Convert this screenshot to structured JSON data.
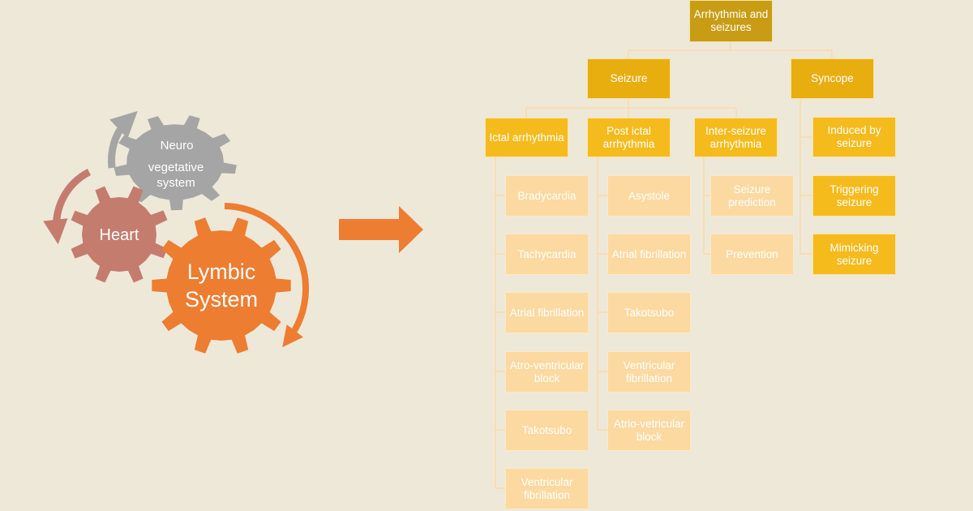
{
  "colors": {
    "background": "#EEE8D9",
    "gear_neuro": "#A5A5A5",
    "gear_heart": "#C47C6E",
    "gear_lymbic": "#ED7D31",
    "arrow_main": "#ED7D31",
    "connector": "#FBD9A8"
  },
  "gears": {
    "neuro_line1": "Neuro",
    "neuro_line2": "vegetative",
    "neuro_line3": "system",
    "heart": "Heart",
    "lymbic_line1": "Lymbic",
    "lymbic_line2": "System"
  },
  "tree": {
    "root": "Arrhythmia and seizures",
    "seizure": "Seizure",
    "syncope": "Syncope",
    "ictal": "Ictal arrhythmia",
    "post_ictal": "Post ictal arrhythmia",
    "inter_seizure": "Inter-seizure arrhythmia",
    "ictal_items": [
      "Bradycardia",
      "Tachycardia",
      "Atrial fibrillation",
      "Atro-ventricular block",
      "Takotsubo",
      "Ventricular fibrillation"
    ],
    "post_ictal_items": [
      "Asystole",
      "Atrial fibrillation",
      "Takotsubo",
      "Ventricular fibrillation",
      "Atrio-vetricular block"
    ],
    "inter_items": [
      "Seizure prediction",
      "Prevention"
    ],
    "syncope_items": [
      "Induced by seizure",
      "Triggering seizure",
      "Mimicking seizure"
    ]
  }
}
